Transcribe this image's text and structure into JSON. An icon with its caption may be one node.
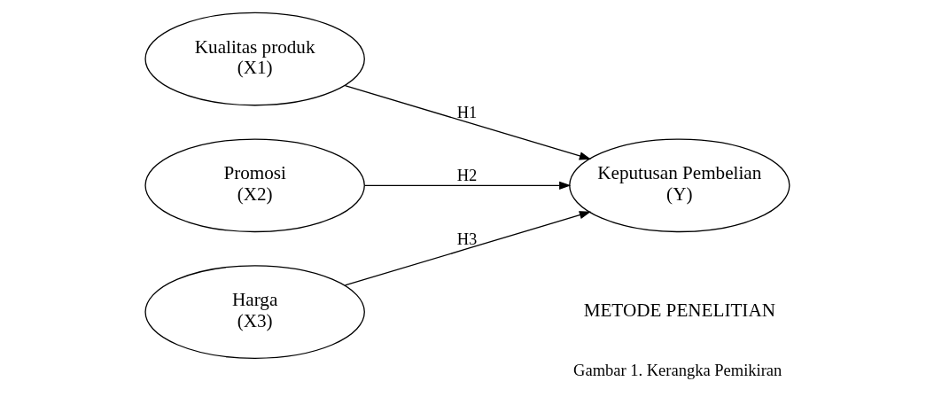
{
  "diagram": {
    "caption": "Gambar 1. Kerangka Pemikiran",
    "nodes": [
      {
        "text": [
          "Kualitas produk",
          "(X1)"
        ]
      },
      {
        "text": [
          "Promosi",
          "(X2)"
        ]
      },
      {
        "text": [
          "Harga",
          "(X3)"
        ]
      },
      {
        "text": [
          "Keputusan Pembelian",
          "(Y)"
        ]
      }
    ],
    "edges": [
      {
        "from": 0,
        "to": 3,
        "arrow": "to",
        "label": "H1"
      },
      {
        "from": 1,
        "to": 3,
        "arrow": "to",
        "label": "H2"
      },
      {
        "from": 2,
        "to": 3,
        "arrow": "to",
        "label": "H3"
      }
    ],
    "labels": [
      "METODE PENELITIAN"
    ]
  }
}
